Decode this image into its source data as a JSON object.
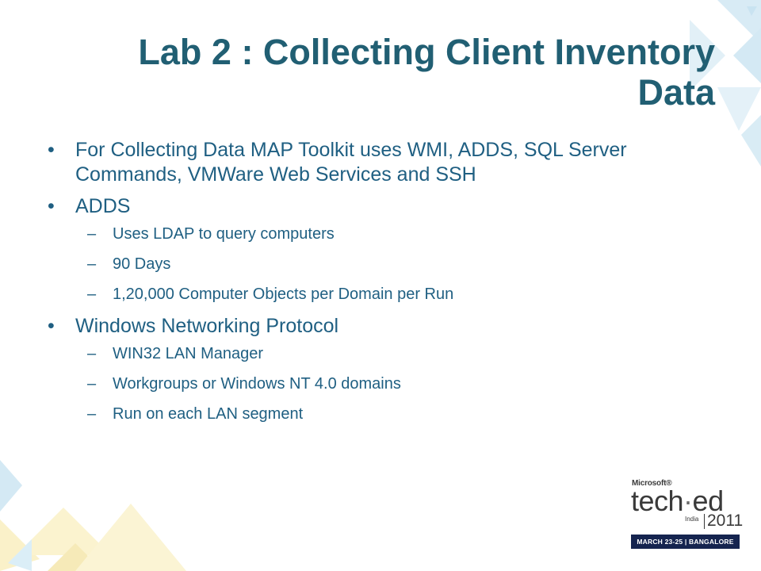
{
  "slide": {
    "title": "Lab 2 : Collecting Client Inventory Data",
    "bullet_marker": "•",
    "sub_marker": "–",
    "bullets": [
      {
        "text": "For Collecting Data MAP Toolkit uses WMI, ADDS, SQL Server Commands, VMWare Web Services and SSH",
        "subs": []
      },
      {
        "text": "ADDS",
        "subs": [
          "Uses LDAP to query computers",
          "90 Days",
          "1,20,000 Computer Objects per Domain per Run"
        ]
      },
      {
        "text": "Windows Networking Protocol",
        "subs": [
          "WIN32 LAN Manager",
          "Workgroups or Windows NT 4.0 domains",
          "Run on each LAN segment"
        ]
      }
    ]
  },
  "logo": {
    "microsoft": "Microsoft®",
    "tech": "tech",
    "dot": "·",
    "ed": "ed",
    "india": "India",
    "year": "2011",
    "event_strip": "MARCH 23-25 | BANGALORE"
  },
  "colors": {
    "title": "#215f73",
    "body_text": "#1f5f82",
    "logo_strip": "#15244f",
    "deco_blue": "#d4e9f4",
    "deco_yellow": "#faf1c9"
  }
}
